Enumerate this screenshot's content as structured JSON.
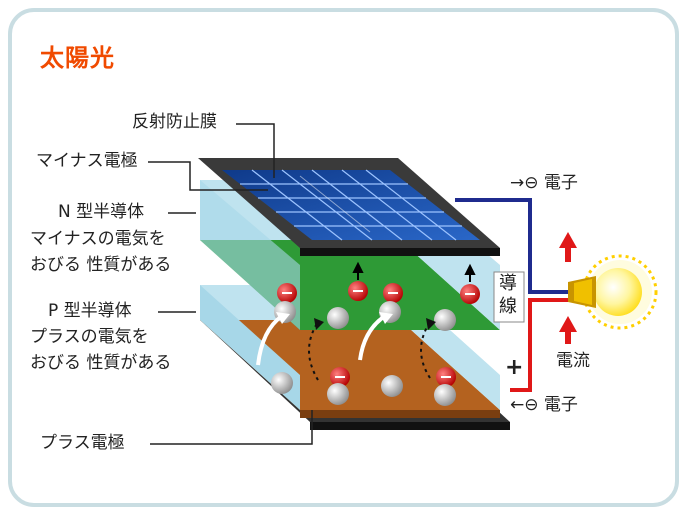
{
  "title": "太陽光",
  "labels": {
    "anti_reflection_film": "反射防止膜",
    "minus_electrode": "マイナス電極",
    "n_type": "N 型半導体",
    "n_desc_1": "マイナスの電気を",
    "n_desc_2": "おびる 性質がある",
    "p_type": "P 型半導体",
    "p_desc_1": "プラスの電気を",
    "p_desc_2": "おびる 性質がある",
    "plus_electrode": "プラス電極",
    "wire_char_1": "導",
    "wire_char_2": "線",
    "minus_sign": "−",
    "plus_sign": "+",
    "current": "電流",
    "electron_top": "→⊖ 電子",
    "electron_bottom": "←⊖ 電子"
  },
  "colors": {
    "title": "#f04a00",
    "frame": "#c9dde2",
    "panel": "#1d4fa8",
    "n_layer": "#2e9a36",
    "p_layer": "#b4621f",
    "gap": "#bfe3ef",
    "minus_wire": "#1f2b8e",
    "plus_wire": "#e01818",
    "bulb": "#ffec5a"
  },
  "icons": [
    "sun-bulb-icon",
    "electron-icon",
    "hole-icon",
    "arrow-up-icon"
  ]
}
